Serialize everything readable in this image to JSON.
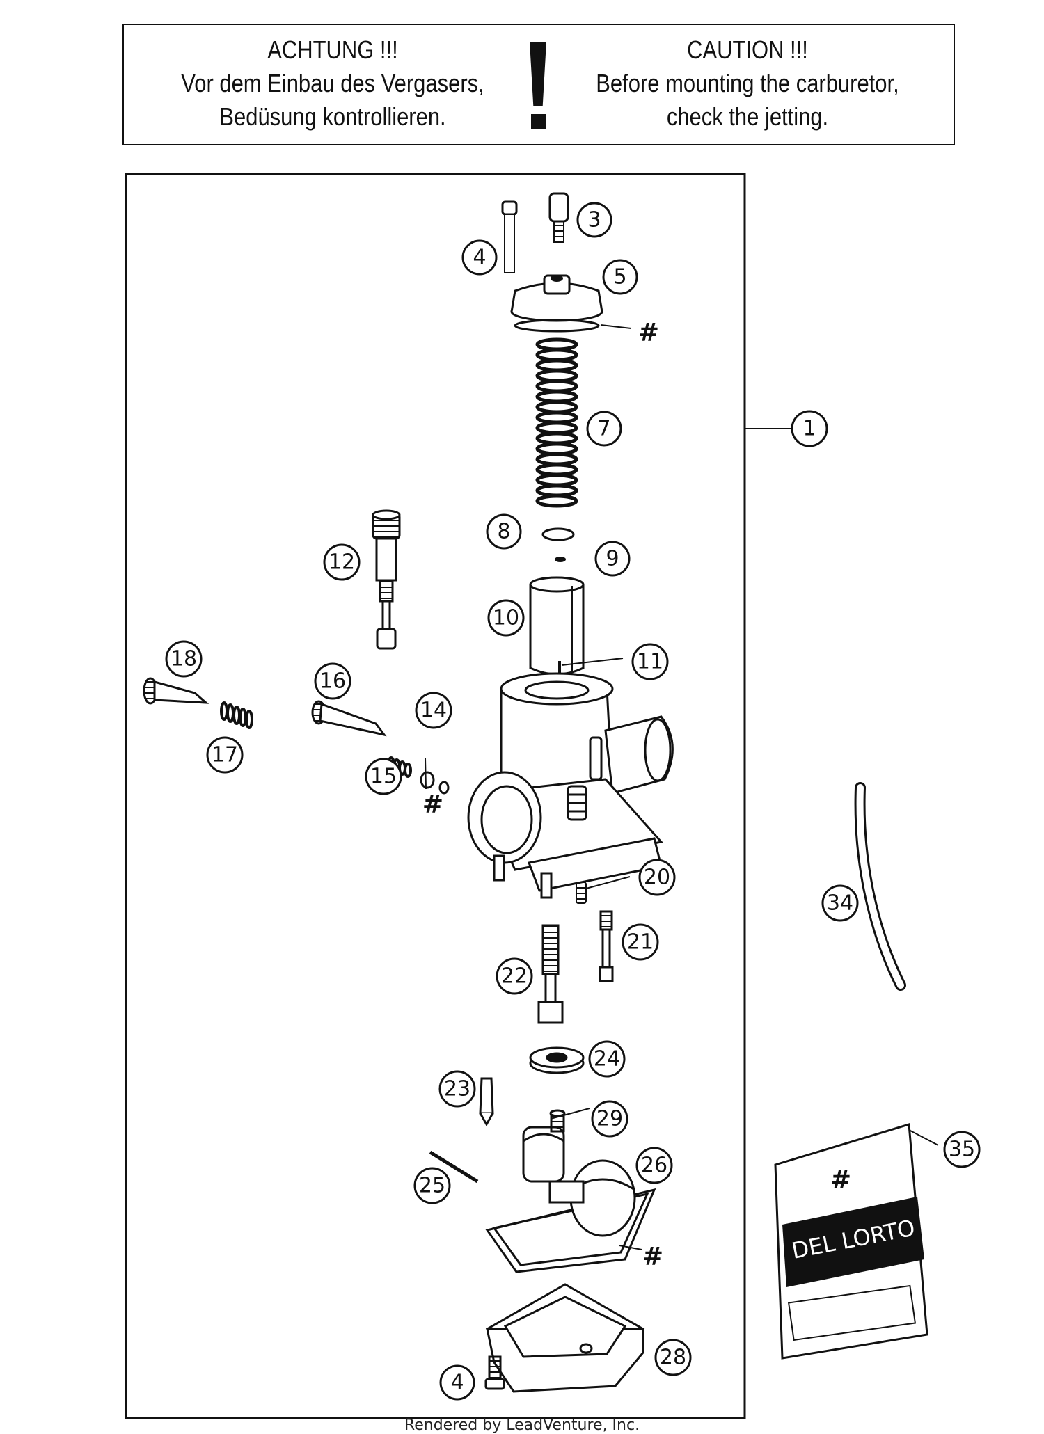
{
  "caution": {
    "de_line1": "ACHTUNG !!!",
    "de_line2": "Vor dem Einbau des Vergasers,",
    "de_line3": "Bedüsung kontrollieren.",
    "en_line1": "CAUTION !!!",
    "en_line2": "Before mounting the carburetor,",
    "en_line3": "check the jetting."
  },
  "callouts": {
    "c1": "1",
    "c3": "3",
    "c4a": "4",
    "c4b": "4",
    "c5": "5",
    "c7": "7",
    "c8": "8",
    "c9": "9",
    "c10": "10",
    "c11": "11",
    "c12": "12",
    "c14": "14",
    "c15": "15",
    "c16": "16",
    "c17": "17",
    "c18": "18",
    "c20": "20",
    "c21": "21",
    "c22": "22",
    "c23": "23",
    "c24": "24",
    "c25": "25",
    "c26": "26",
    "c28": "28",
    "c29": "29",
    "c34": "34",
    "c35": "35"
  },
  "marks": {
    "hash": "#"
  },
  "bag": {
    "brand": "DEL LORTO"
  },
  "footer": "Rendered by LeadVenture, Inc."
}
